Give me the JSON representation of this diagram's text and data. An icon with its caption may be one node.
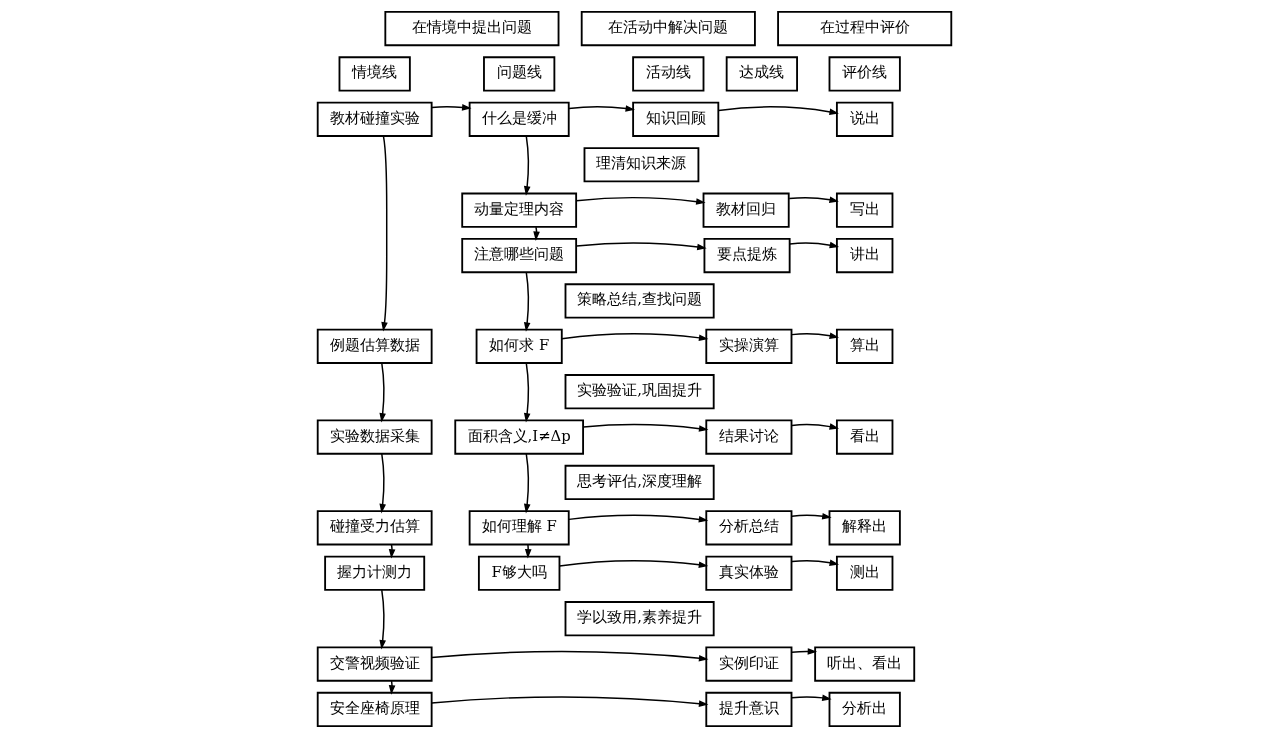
{
  "diagram": {
    "nodes": [
      {
        "text": [
          "在情境中提出问题"
        ]
      },
      {
        "text": [
          "在活动中解决问题"
        ]
      },
      {
        "text": [
          "在过程中评价"
        ]
      },
      {
        "text": [
          "情境线"
        ]
      },
      {
        "text": [
          "问题线"
        ]
      },
      {
        "text": [
          "活动线"
        ]
      },
      {
        "text": [
          "达成线"
        ]
      },
      {
        "text": [
          "评价线"
        ]
      },
      {
        "text": [
          "教材碰撞实验"
        ]
      },
      {
        "text": [
          "什么是缓冲"
        ]
      },
      {
        "text": [
          "知识回顾"
        ]
      },
      {
        "text": [
          "说出"
        ]
      },
      {
        "text": [
          "理清知识来源"
        ]
      },
      {
        "text": [
          "动量定理内容"
        ]
      },
      {
        "text": [
          "教材回归"
        ]
      },
      {
        "text": [
          "写出"
        ]
      },
      {
        "text": [
          "注意哪些问题"
        ]
      },
      {
        "text": [
          "要点提炼"
        ]
      },
      {
        "text": [
          "讲出"
        ]
      },
      {
        "text": [
          "策略总结,查找问题"
        ]
      },
      {
        "text": [
          "例题估算数据"
        ]
      },
      {
        "text": [
          "如何求 F"
        ]
      },
      {
        "text": [
          "实操演算"
        ]
      },
      {
        "text": [
          "算出"
        ]
      },
      {
        "text": [
          "实验验证,巩固提升"
        ]
      },
      {
        "text": [
          "实验数据采集"
        ]
      },
      {
        "text": [
          "面积含义,I≠Δp"
        ]
      },
      {
        "text": [
          "结果讨论"
        ]
      },
      {
        "text": [
          "看出"
        ]
      },
      {
        "text": [
          "思考评估,深度理解"
        ]
      },
      {
        "text": [
          "碰撞受力估算"
        ]
      },
      {
        "text": [
          "如何理解 F"
        ]
      },
      {
        "text": [
          "分析总结"
        ]
      },
      {
        "text": [
          "解释出"
        ]
      },
      {
        "text": [
          "握力计测力"
        ]
      },
      {
        "text": [
          "F够大吗"
        ]
      },
      {
        "text": [
          "真实体验"
        ]
      },
      {
        "text": [
          "测出"
        ]
      },
      {
        "text": [
          "学以致用,素养提升"
        ]
      },
      {
        "text": [
          "交警视频验证"
        ]
      },
      {
        "text": [
          "实例印证"
        ]
      },
      {
        "text": [
          "听出、看出"
        ]
      },
      {
        "text": [
          "安全座椅原理"
        ]
      },
      {
        "text": [
          "提升意识"
        ]
      },
      {
        "text": [
          "分析出"
        ]
      }
    ],
    "edges": [
      {
        "from": 8,
        "to": 9,
        "arrow": "to"
      },
      {
        "from": 8,
        "to": 20,
        "arrow": "to"
      },
      {
        "from": 20,
        "to": 25,
        "arrow": "to"
      },
      {
        "from": 25,
        "to": 30,
        "arrow": "to"
      },
      {
        "from": 30,
        "to": 34,
        "arrow": "to"
      },
      {
        "from": 34,
        "to": 39,
        "arrow": "to"
      },
      {
        "from": 39,
        "to": 42,
        "arrow": "to"
      },
      {
        "from": 9,
        "to": 13,
        "arrow": "to"
      },
      {
        "from": 13,
        "to": 16,
        "arrow": "to"
      },
      {
        "from": 16,
        "to": 21,
        "arrow": "to"
      },
      {
        "from": 21,
        "to": 26,
        "arrow": "to"
      },
      {
        "from": 26,
        "to": 31,
        "arrow": "to"
      },
      {
        "from": 31,
        "to": 35,
        "arrow": "to"
      },
      {
        "from": 9,
        "to": 10,
        "arrow": "to"
      },
      {
        "from": 13,
        "to": 14,
        "arrow": "to"
      },
      {
        "from": 16,
        "to": 17,
        "arrow": "to"
      },
      {
        "from": 21,
        "to": 22,
        "arrow": "to"
      },
      {
        "from": 26,
        "to": 27,
        "arrow": "to"
      },
      {
        "from": 31,
        "to": 32,
        "arrow": "to"
      },
      {
        "from": 35,
        "to": 36,
        "arrow": "to"
      },
      {
        "from": 39,
        "to": 40,
        "arrow": "to"
      },
      {
        "from": 42,
        "to": 43,
        "arrow": "to"
      },
      {
        "from": 10,
        "to": 11,
        "arrow": "to"
      },
      {
        "from": 14,
        "to": 15,
        "arrow": "to"
      },
      {
        "from": 17,
        "to": 18,
        "arrow": "to"
      },
      {
        "from": 22,
        "to": 23,
        "arrow": "to"
      },
      {
        "from": 27,
        "to": 28,
        "arrow": "to"
      },
      {
        "from": 32,
        "to": 33,
        "arrow": "to"
      },
      {
        "from": 36,
        "to": 37,
        "arrow": "to"
      },
      {
        "from": 40,
        "to": 41,
        "arrow": "to"
      },
      {
        "from": 43,
        "to": 44,
        "arrow": "to"
      }
    ]
  }
}
